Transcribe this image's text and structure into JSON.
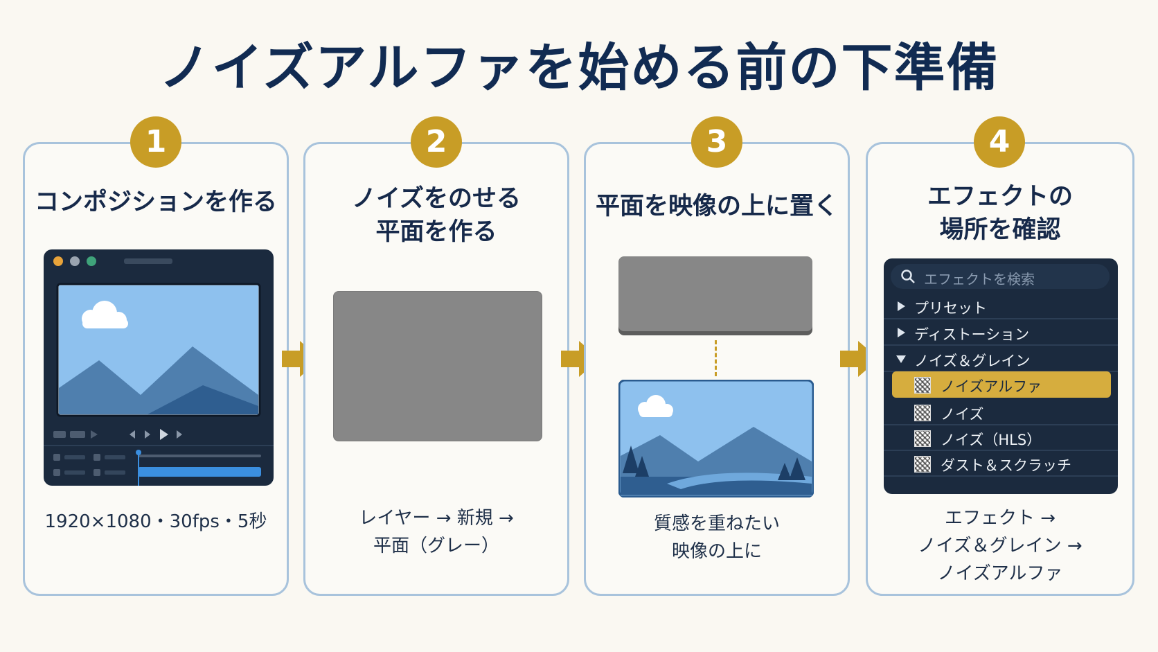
{
  "title": "ノイズアルファを始める前の下準備",
  "colors": {
    "accent": "#c89d26",
    "card_border": "#a8c3dc",
    "navy": "#112b52",
    "panel_bg": "#1b2a3e"
  },
  "steps": [
    {
      "number": "1",
      "title_lines": [
        "コンポジションを作る"
      ],
      "caption_lines": [
        "1920×1080・30fps・5秒"
      ]
    },
    {
      "number": "2",
      "title_lines": [
        "ノイズをのせる",
        "平面を作る"
      ],
      "caption_lines": [
        "レイヤー → 新規 →",
        "平面（グレー）"
      ]
    },
    {
      "number": "3",
      "title_lines": [
        "平面を映像の上に置く"
      ],
      "caption_lines": [
        "質感を重ねたい",
        "映像の上に"
      ]
    },
    {
      "number": "4",
      "title_lines": [
        "エフェクトの",
        "場所を確認"
      ],
      "caption_lines": [
        "エフェクト →",
        "ノイズ＆グレイン →",
        "ノイズアルファ"
      ]
    }
  ],
  "effects_panel": {
    "search_placeholder": "エフェクトを検索",
    "items": [
      {
        "label": "プリセット",
        "icon": "triangle-right-icon"
      },
      {
        "label": "ディストーション",
        "icon": "triangle-right-icon"
      },
      {
        "label": "ノイズ＆グレイン",
        "icon": "triangle-down-icon"
      },
      {
        "label": "ノイズアルファ",
        "icon": "noise-icon",
        "selected": true
      },
      {
        "label": "ノイズ",
        "icon": "noise-icon"
      },
      {
        "label": "ノイズ（HLS）",
        "icon": "noise-icon"
      },
      {
        "label": "ダスト＆スクラッチ",
        "icon": "noise-icon"
      }
    ]
  }
}
